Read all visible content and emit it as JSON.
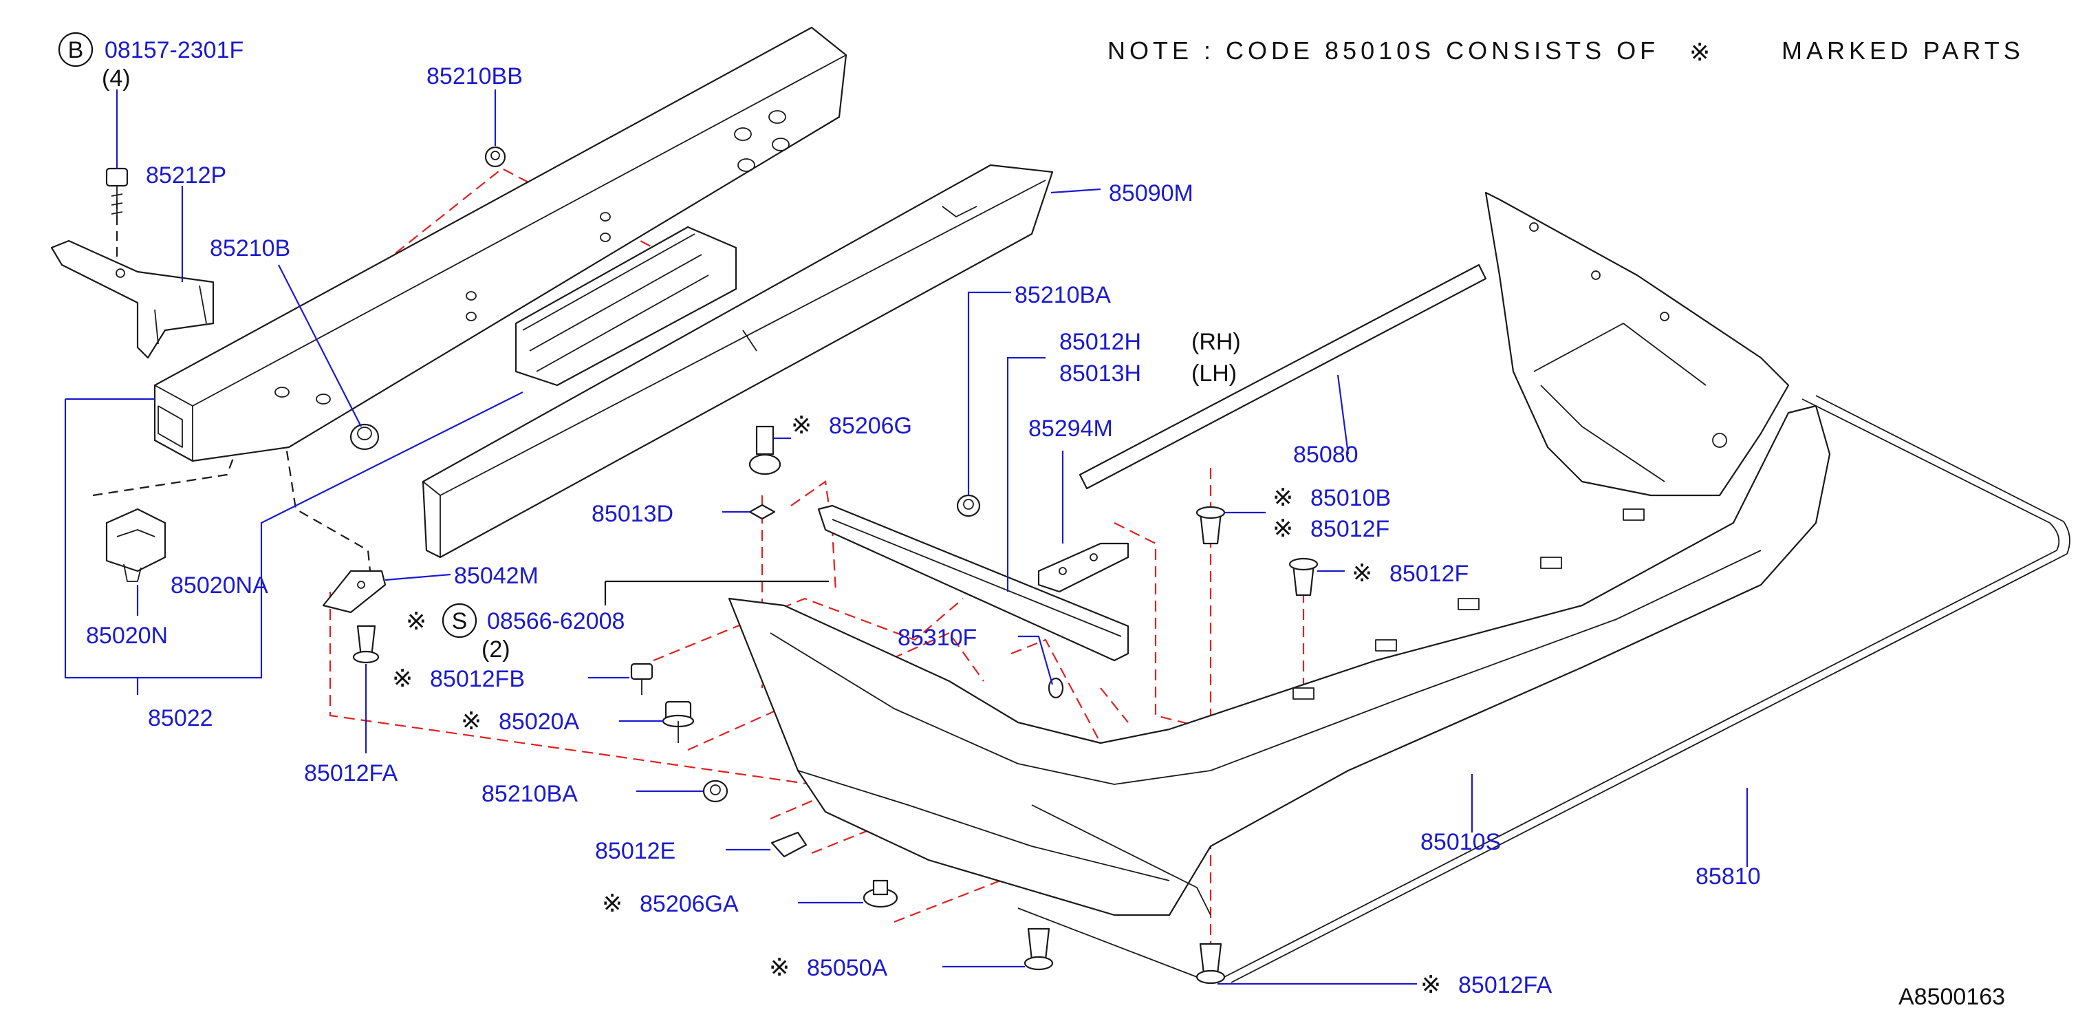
{
  "note": {
    "prefix": "NOTE : CODE 85010S CONSISTS OF",
    "mark": "※",
    "suffix": "MARKED PARTS"
  },
  "diagram_code": "A8500163",
  "colors": {
    "part_number": "#1a1ad0",
    "dashed_guide": "#e02020",
    "line_art": "#1a1a1a"
  },
  "callouts": {
    "b_badge": "B",
    "s_badge": "S",
    "bolt_b": "08157-2301F",
    "bolt_b_qty": "(4)",
    "screw_s": "08566-62008",
    "screw_s_qty": "(2)",
    "p85210BB": "85210BB",
    "p85212P": "85212P",
    "p85210B": "85210B",
    "p85090M": "85090M",
    "p85210BA_top": "85210BA",
    "p85012H": "85012H",
    "rh": "(RH)",
    "p85013H": "85013H",
    "lh": "(LH)",
    "p85294M": "85294M",
    "p85080": "85080",
    "p85206G": "85206G",
    "p85013D": "85013D",
    "p85010B": "85010B",
    "p85012F_a": "85012F",
    "p85012F_b": "85012F",
    "p85020NA": "85020NA",
    "p85042M": "85042M",
    "p85020N": "85020N",
    "p85012FB": "85012FB",
    "p85310F": "85310F",
    "p85022": "85022",
    "p85020A": "85020A",
    "p85012FA_left": "85012FA",
    "p85210BA_low": "85210BA",
    "p85012E": "85012E",
    "p85010S": "85010S",
    "p85810": "85810",
    "p85206GA": "85206GA",
    "p85050A": "85050A",
    "p85012FA_right": "85012FA"
  }
}
